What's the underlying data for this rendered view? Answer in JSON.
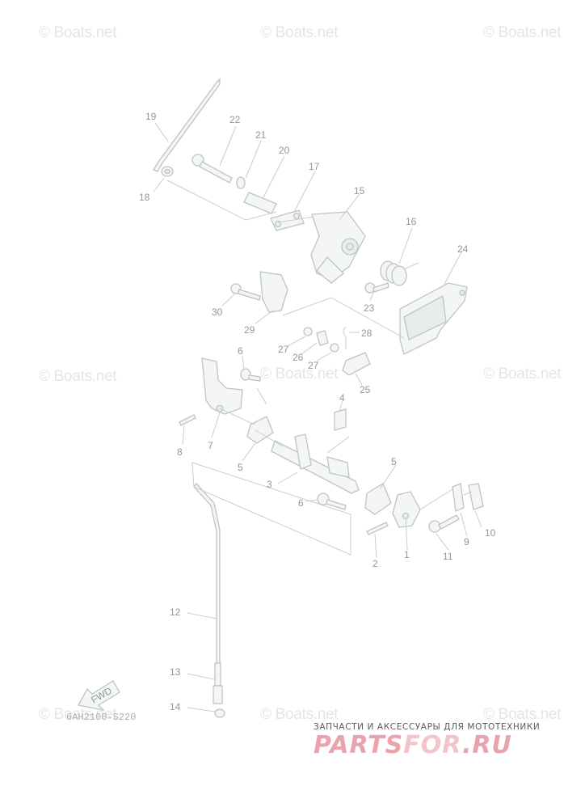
{
  "watermark": "© Boats.net",
  "diagram_code": "6AH2100-S220",
  "fwd_label": "FWD",
  "brand": {
    "tagline": "ЗАПЧАСТИ И АКСЕССУАРЫ ДЛЯ МОТОТЕХНИКИ",
    "logo_main": "PARTS",
    "logo_mid": "FOR",
    "logo_end": ".RU"
  },
  "callouts": [
    "1",
    "2",
    "3",
    "4",
    "5",
    "5",
    "6",
    "6",
    "7",
    "8",
    "9",
    "10",
    "11",
    "12",
    "13",
    "14",
    "15",
    "16",
    "17",
    "18",
    "19",
    "20",
    "21",
    "22",
    "23",
    "24",
    "25",
    "26",
    "27",
    "27",
    "28",
    "29",
    "30"
  ],
  "colors": {
    "line": "#c7cec9",
    "label": "#8f9a92",
    "brand_red": "#e9a3ad"
  }
}
